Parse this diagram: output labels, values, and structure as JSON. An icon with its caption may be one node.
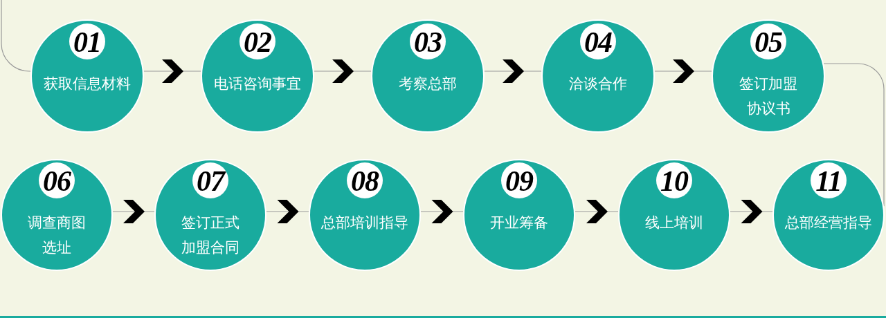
{
  "diagram": {
    "nodes": [
      {
        "text": [
          "01",
          "获取信息材料"
        ]
      },
      {
        "text": [
          "02",
          "电话咨询事宜"
        ]
      },
      {
        "text": [
          "03",
          "考察总部"
        ]
      },
      {
        "text": [
          "04",
          "洽谈合作"
        ]
      },
      {
        "text": [
          "05",
          "签订加盟协议书"
        ]
      },
      {
        "text": [
          "06",
          "调查商图选址"
        ]
      },
      {
        "text": [
          "07",
          "签订正式加盟合同"
        ]
      },
      {
        "text": [
          "08",
          "总部培训指导"
        ]
      },
      {
        "text": [
          "09",
          "开业筹备"
        ]
      },
      {
        "text": [
          "10",
          "线上培训"
        ]
      },
      {
        "text": [
          "11",
          "总部经营指导"
        ]
      }
    ],
    "edges": [
      {
        "from": null,
        "to": 0,
        "arrow": "none"
      },
      {
        "from": 0,
        "to": 1,
        "arrow": "to"
      },
      {
        "from": 1,
        "to": 2,
        "arrow": "to"
      },
      {
        "from": 2,
        "to": 3,
        "arrow": "to"
      },
      {
        "from": 3,
        "to": 4,
        "arrow": "to"
      },
      {
        "from": 4,
        "to": 10,
        "arrow": "none"
      },
      {
        "from": 5,
        "to": 6,
        "arrow": "to"
      },
      {
        "from": 6,
        "to": 7,
        "arrow": "to"
      },
      {
        "from": 7,
        "to": 8,
        "arrow": "to"
      },
      {
        "from": 8,
        "to": 9,
        "arrow": "to"
      },
      {
        "from": 9,
        "to": 10,
        "arrow": "to"
      }
    ]
  }
}
